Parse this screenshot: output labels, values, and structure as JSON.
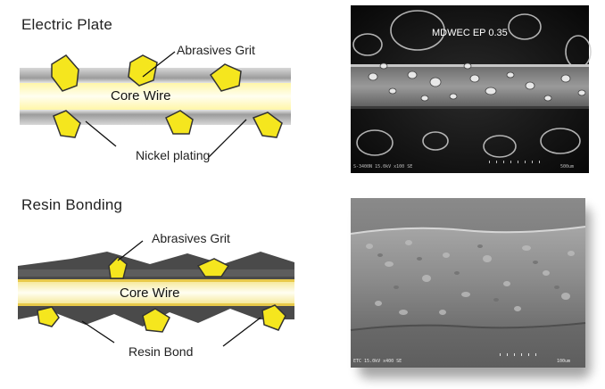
{
  "top_panel": {
    "heading": "Electric Plate",
    "core_label": "Core Wire",
    "grit_label": "Abrasives Grit",
    "bond_label": "Nickel plating",
    "sem_title": "MDWEC EP 0.35",
    "sem_footer_left": "S-3400N 15.0kV x100 SE",
    "sem_footer_right": "500um"
  },
  "bottom_panel": {
    "heading": "Resin Bonding",
    "core_label": "Core Wire",
    "grit_label": "Abrasives Grit",
    "bond_label": "Resin Bond",
    "sem_footer_left": "ETC 15.0kV x400 SE",
    "sem_footer_right": "100um"
  },
  "colors": {
    "grit_fill": "#f5e61e",
    "grit_stroke": "#333333",
    "core_glow": "#fffbd0",
    "nickel_gray": "#a9a9a9",
    "resin_dark": "#4a4a4a"
  }
}
